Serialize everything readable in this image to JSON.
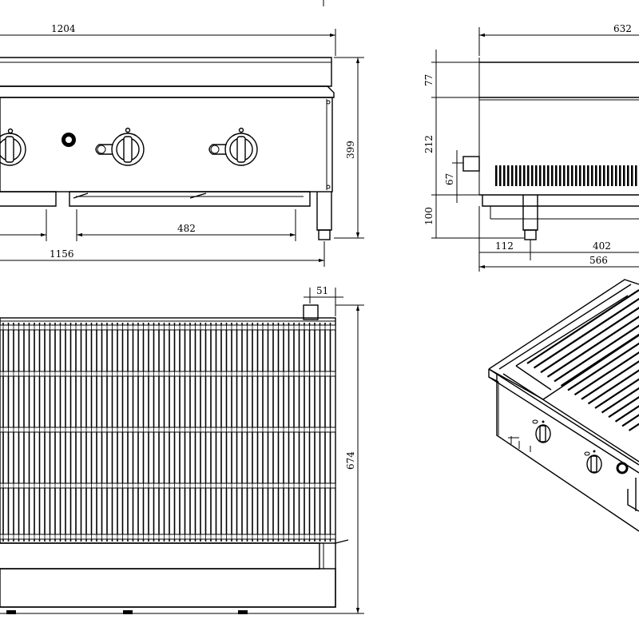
{
  "drawing": {
    "front_view": {
      "overall_width": "1204",
      "height": "399",
      "foot_span": "1156",
      "knob_spacing": "482"
    },
    "side_view": {
      "depth": "632",
      "top_height": "77",
      "body_height": "212",
      "connector_height": "67",
      "leg_height": "100",
      "leg_offset": "112",
      "leg_span": "402",
      "base_depth": "566"
    },
    "top_view": {
      "edge_offset": "51",
      "grate_depth": "674"
    }
  }
}
